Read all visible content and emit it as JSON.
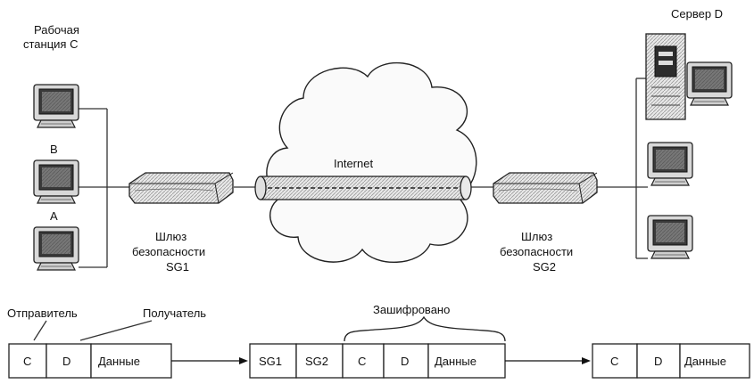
{
  "labels": {
    "workstation_c": [
      "Рабочая",
      "станция C"
    ],
    "b": "B",
    "a": "A",
    "server_d": "Сервер D",
    "internet": "Internet",
    "gateway1": [
      "Шлюз",
      "безопасности",
      "SG1"
    ],
    "gateway2": [
      "Шлюз",
      "безопасности",
      "SG2"
    ],
    "sender": "Отправитель",
    "receiver": "Получатель",
    "encrypted": "Зашифровано"
  },
  "packets": {
    "packet1": [
      "C",
      "D",
      "Данные"
    ],
    "packet2": [
      "SG1",
      "SG2",
      "C",
      "D",
      "Данные"
    ],
    "packet3": [
      "C",
      "D",
      "Данные"
    ]
  }
}
